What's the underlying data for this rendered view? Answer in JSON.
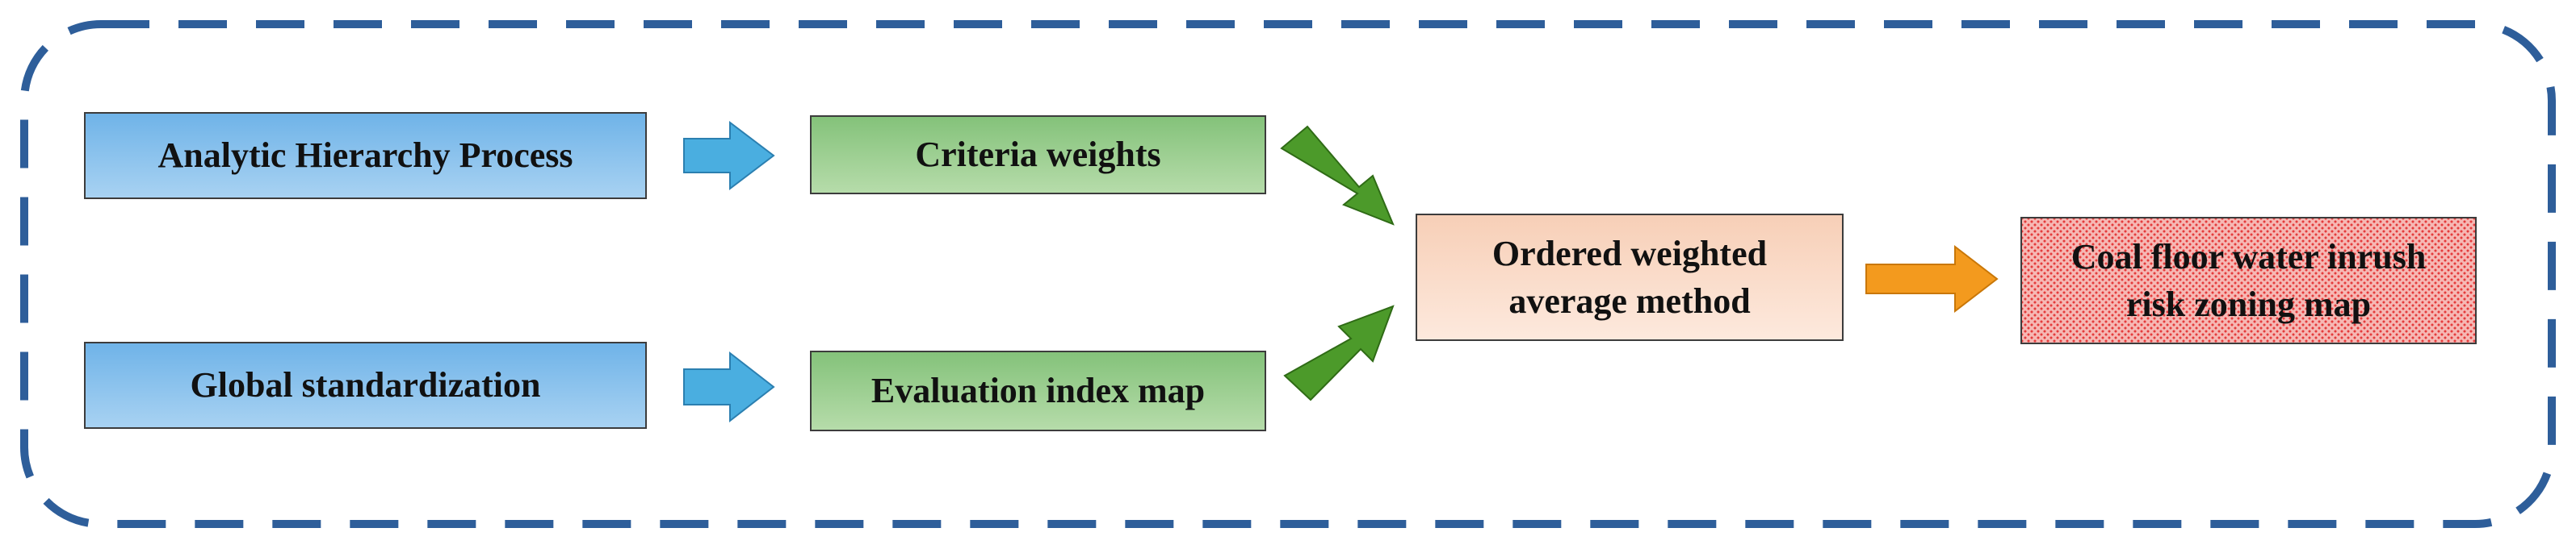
{
  "diagram": {
    "nodes": {
      "ahp": {
        "label": "Analytic Hierarchy Process"
      },
      "global_std": {
        "label": "Global standardization"
      },
      "criteria": {
        "label": "Criteria weights"
      },
      "eval_map": {
        "label": "Evaluation index map"
      },
      "owa": {
        "line1": "Ordered weighted",
        "line2": "average method"
      },
      "result": {
        "line1": "Coal floor water inrush",
        "line2": "risk zoning map"
      }
    },
    "edges": [
      {
        "from": "ahp",
        "to": "criteria"
      },
      {
        "from": "global_std",
        "to": "eval_map"
      },
      {
        "from": "criteria",
        "to": "owa"
      },
      {
        "from": "eval_map",
        "to": "owa"
      },
      {
        "from": "owa",
        "to": "result"
      }
    ],
    "colors": {
      "frame_dash": "#2e5e9a",
      "blue_arrow": "#4aaee0",
      "green_arrow": "#4c9a2a",
      "orange_arrow": "#f39a1e"
    }
  }
}
